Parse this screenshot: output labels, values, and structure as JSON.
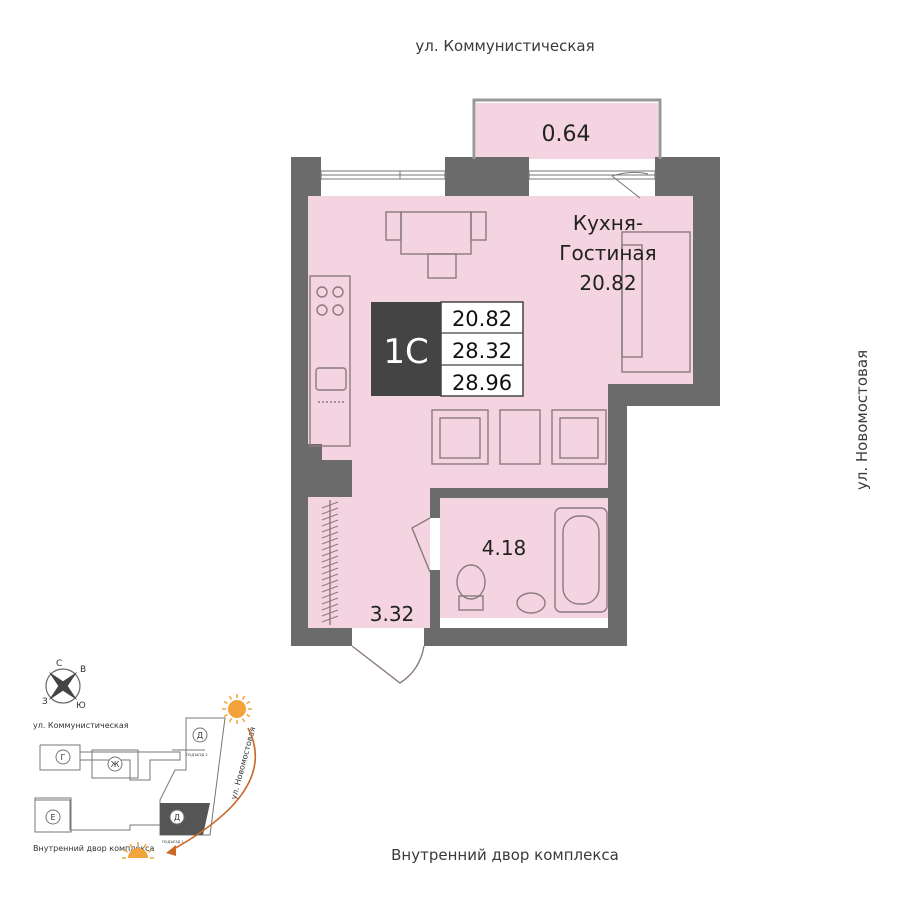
{
  "streets": {
    "top": "ул. Коммунистическая",
    "right": "ул. Новомостовая",
    "bottom": "Внутренний двор комплекса"
  },
  "rooms": {
    "balcony": "0.64",
    "living_name_1": "Кухня-",
    "living_name_2": "Гостиная",
    "living_area": "20.82",
    "bathroom": "4.18",
    "hall": "3.32"
  },
  "apartment": {
    "type": "1С",
    "living_area": "20.82",
    "total_area": "28.32",
    "total_with_balcony": "28.96"
  },
  "compass": {
    "n": "С",
    "e": "В",
    "s": "Ю",
    "w": "З"
  },
  "site_plan": {
    "street_top": "ул. Коммунистическая",
    "street_right": "ул. Новомостовая",
    "courtyard": "Внутренний двор комплекса",
    "buildings": [
      "Г",
      "Ж",
      "Е",
      "Д",
      "Д"
    ],
    "entrance_1": "ПОДЪЕЗД 2",
    "entrance_2": "ПОДЪЕЗД 1"
  },
  "colors": {
    "wall": "#6b6b6b",
    "floor": "#f4d4e0",
    "line": "#555555",
    "sun": "#f2a33a",
    "arrow": "#c96a2a"
  }
}
